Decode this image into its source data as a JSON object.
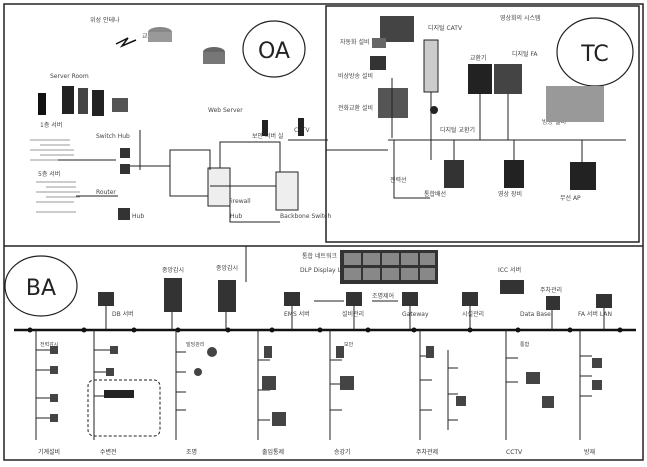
{
  "sections": {
    "oa": {
      "label": "OA"
    },
    "tc": {
      "label": "TC"
    },
    "ba": {
      "label": "BA"
    }
  },
  "oa": {
    "items": [
      "위성 안테나",
      "교환기",
      "Server Room",
      "1층 서버",
      "Switch Hub",
      "5층 서버",
      "Router",
      "CATV",
      "보안 서버 실",
      "Firewall",
      "Hub",
      "Hub",
      "Backbone Switch",
      "Web Server"
    ]
  },
  "tc": {
    "items": [
      "자동화 설비",
      "디지털 CATV",
      "영상회의 시스템",
      "디지털 FA",
      "비상방송 설비",
      "전화교환 설비",
      "방송 설비",
      "교환기",
      "디지털 교환기",
      "통합배선",
      "무선 AP",
      "영상 장비",
      "전력선"
    ]
  },
  "ba": {
    "top_items": [
      "DB 서버",
      "중앙감시",
      "중앙감시",
      "EMS 서버",
      "DLP Display Unit",
      "설비관리",
      "조명제어",
      "Gateway",
      "시설관리",
      "ICC 서버",
      "Data Base",
      "주차관리",
      "FA 서버 LAN"
    ],
    "bottom_items": [
      "기계설비",
      "수변전",
      "조명",
      "출입통제",
      "승강기",
      "주차관제",
      "CCTV",
      "방재",
      "전력감시",
      "빌딩관리",
      "보안",
      "통합"
    ]
  },
  "network": {
    "label": "통합 네트워크"
  }
}
